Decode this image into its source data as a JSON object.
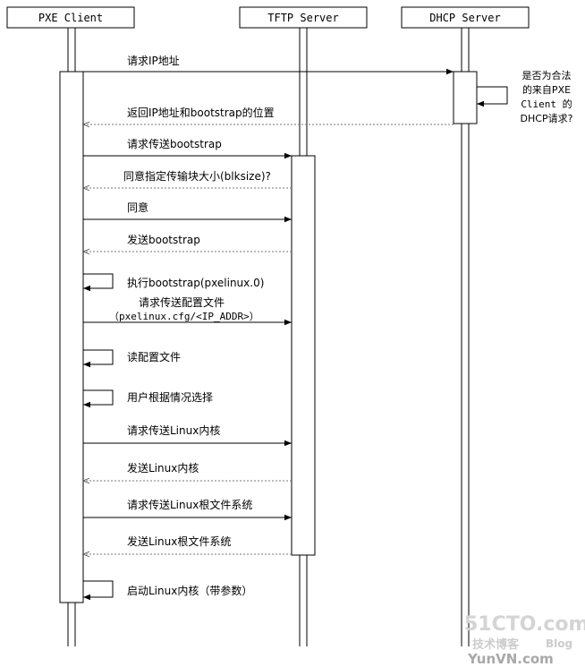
{
  "participants": {
    "pxe_client": "PXE Client",
    "tftp_server": "TFTP Server",
    "dhcp_server": "DHCP Server"
  },
  "messages": [
    "请求IP地址",
    "返回IP地址和bootstrap的位置",
    "请求传送bootstrap",
    "同意指定传输块大小(blksize)?",
    "同意",
    "发送bootstrap",
    "执行bootstrap(pxelinux.0)",
    "请求传送配置文件",
    "（pxelinux.cfg/<IP_ADDR>）",
    "读配置文件",
    "用户根据情况选择",
    "请求传送Linux内核",
    "发送Linux内核",
    "请求传送Linux根文件系统",
    "发送Linux根文件系统",
    "启动Linux内核（带参数）"
  ],
  "dhcp_note": [
    "是否为合法",
    "的来自PXE",
    "Client 的",
    "DHCP请求?"
  ],
  "watermark": {
    "site": "51CTO.com",
    "sub": "技术博客",
    "blog": "Blog",
    "domain": "YunVN.com"
  },
  "colors": {
    "line": "#000000",
    "box_fill": "#ffffff",
    "watermark": "#d0d0d0",
    "watermark_dark": "#a8a8a8"
  }
}
